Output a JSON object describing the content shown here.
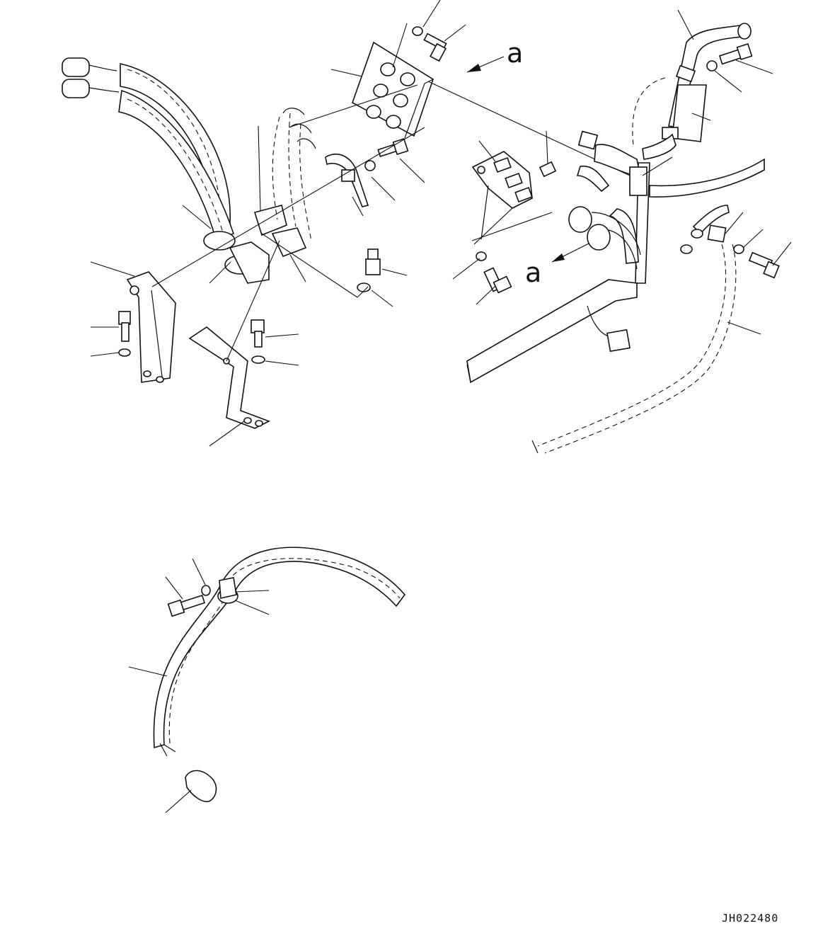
{
  "view_label_top": "a",
  "view_label_side": "a",
  "drawing_code": "JH022480"
}
